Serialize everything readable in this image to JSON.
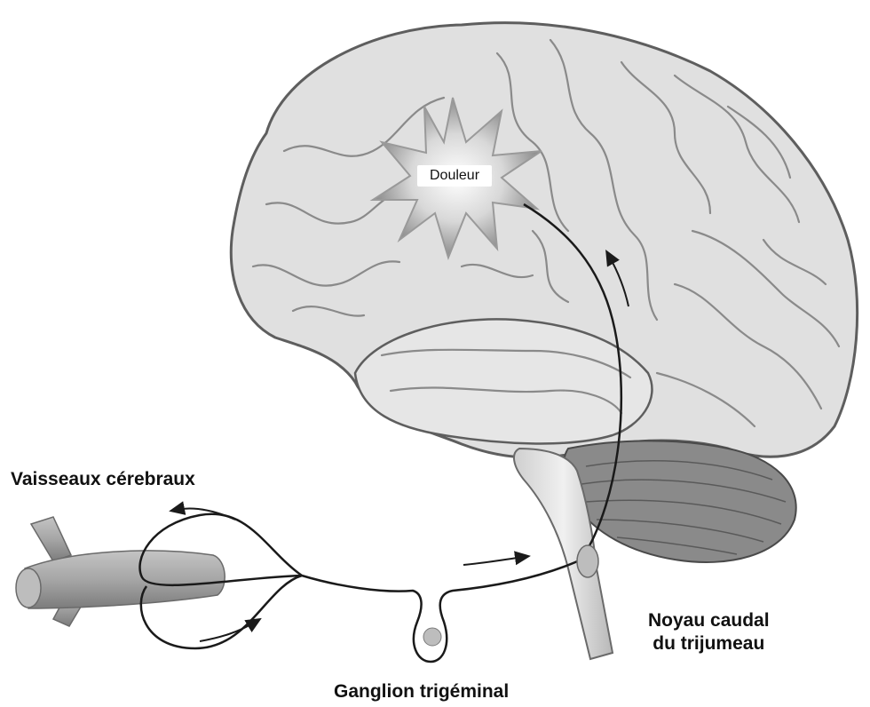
{
  "labels": {
    "pain": "Douleur",
    "vessels": "Vaisseaux cérebraux",
    "nucleus_line1": "Noyau caudal",
    "nucleus_line2": "du trijumeau",
    "ganglion": "Ganglion trigéminal"
  },
  "colors": {
    "brain_fill": "#dedede",
    "brain_stroke": "#6a6a6a",
    "pathway": "#1a1a1a",
    "vessel": "#9a9a9a",
    "cerebellum": "#7a7a7a"
  }
}
